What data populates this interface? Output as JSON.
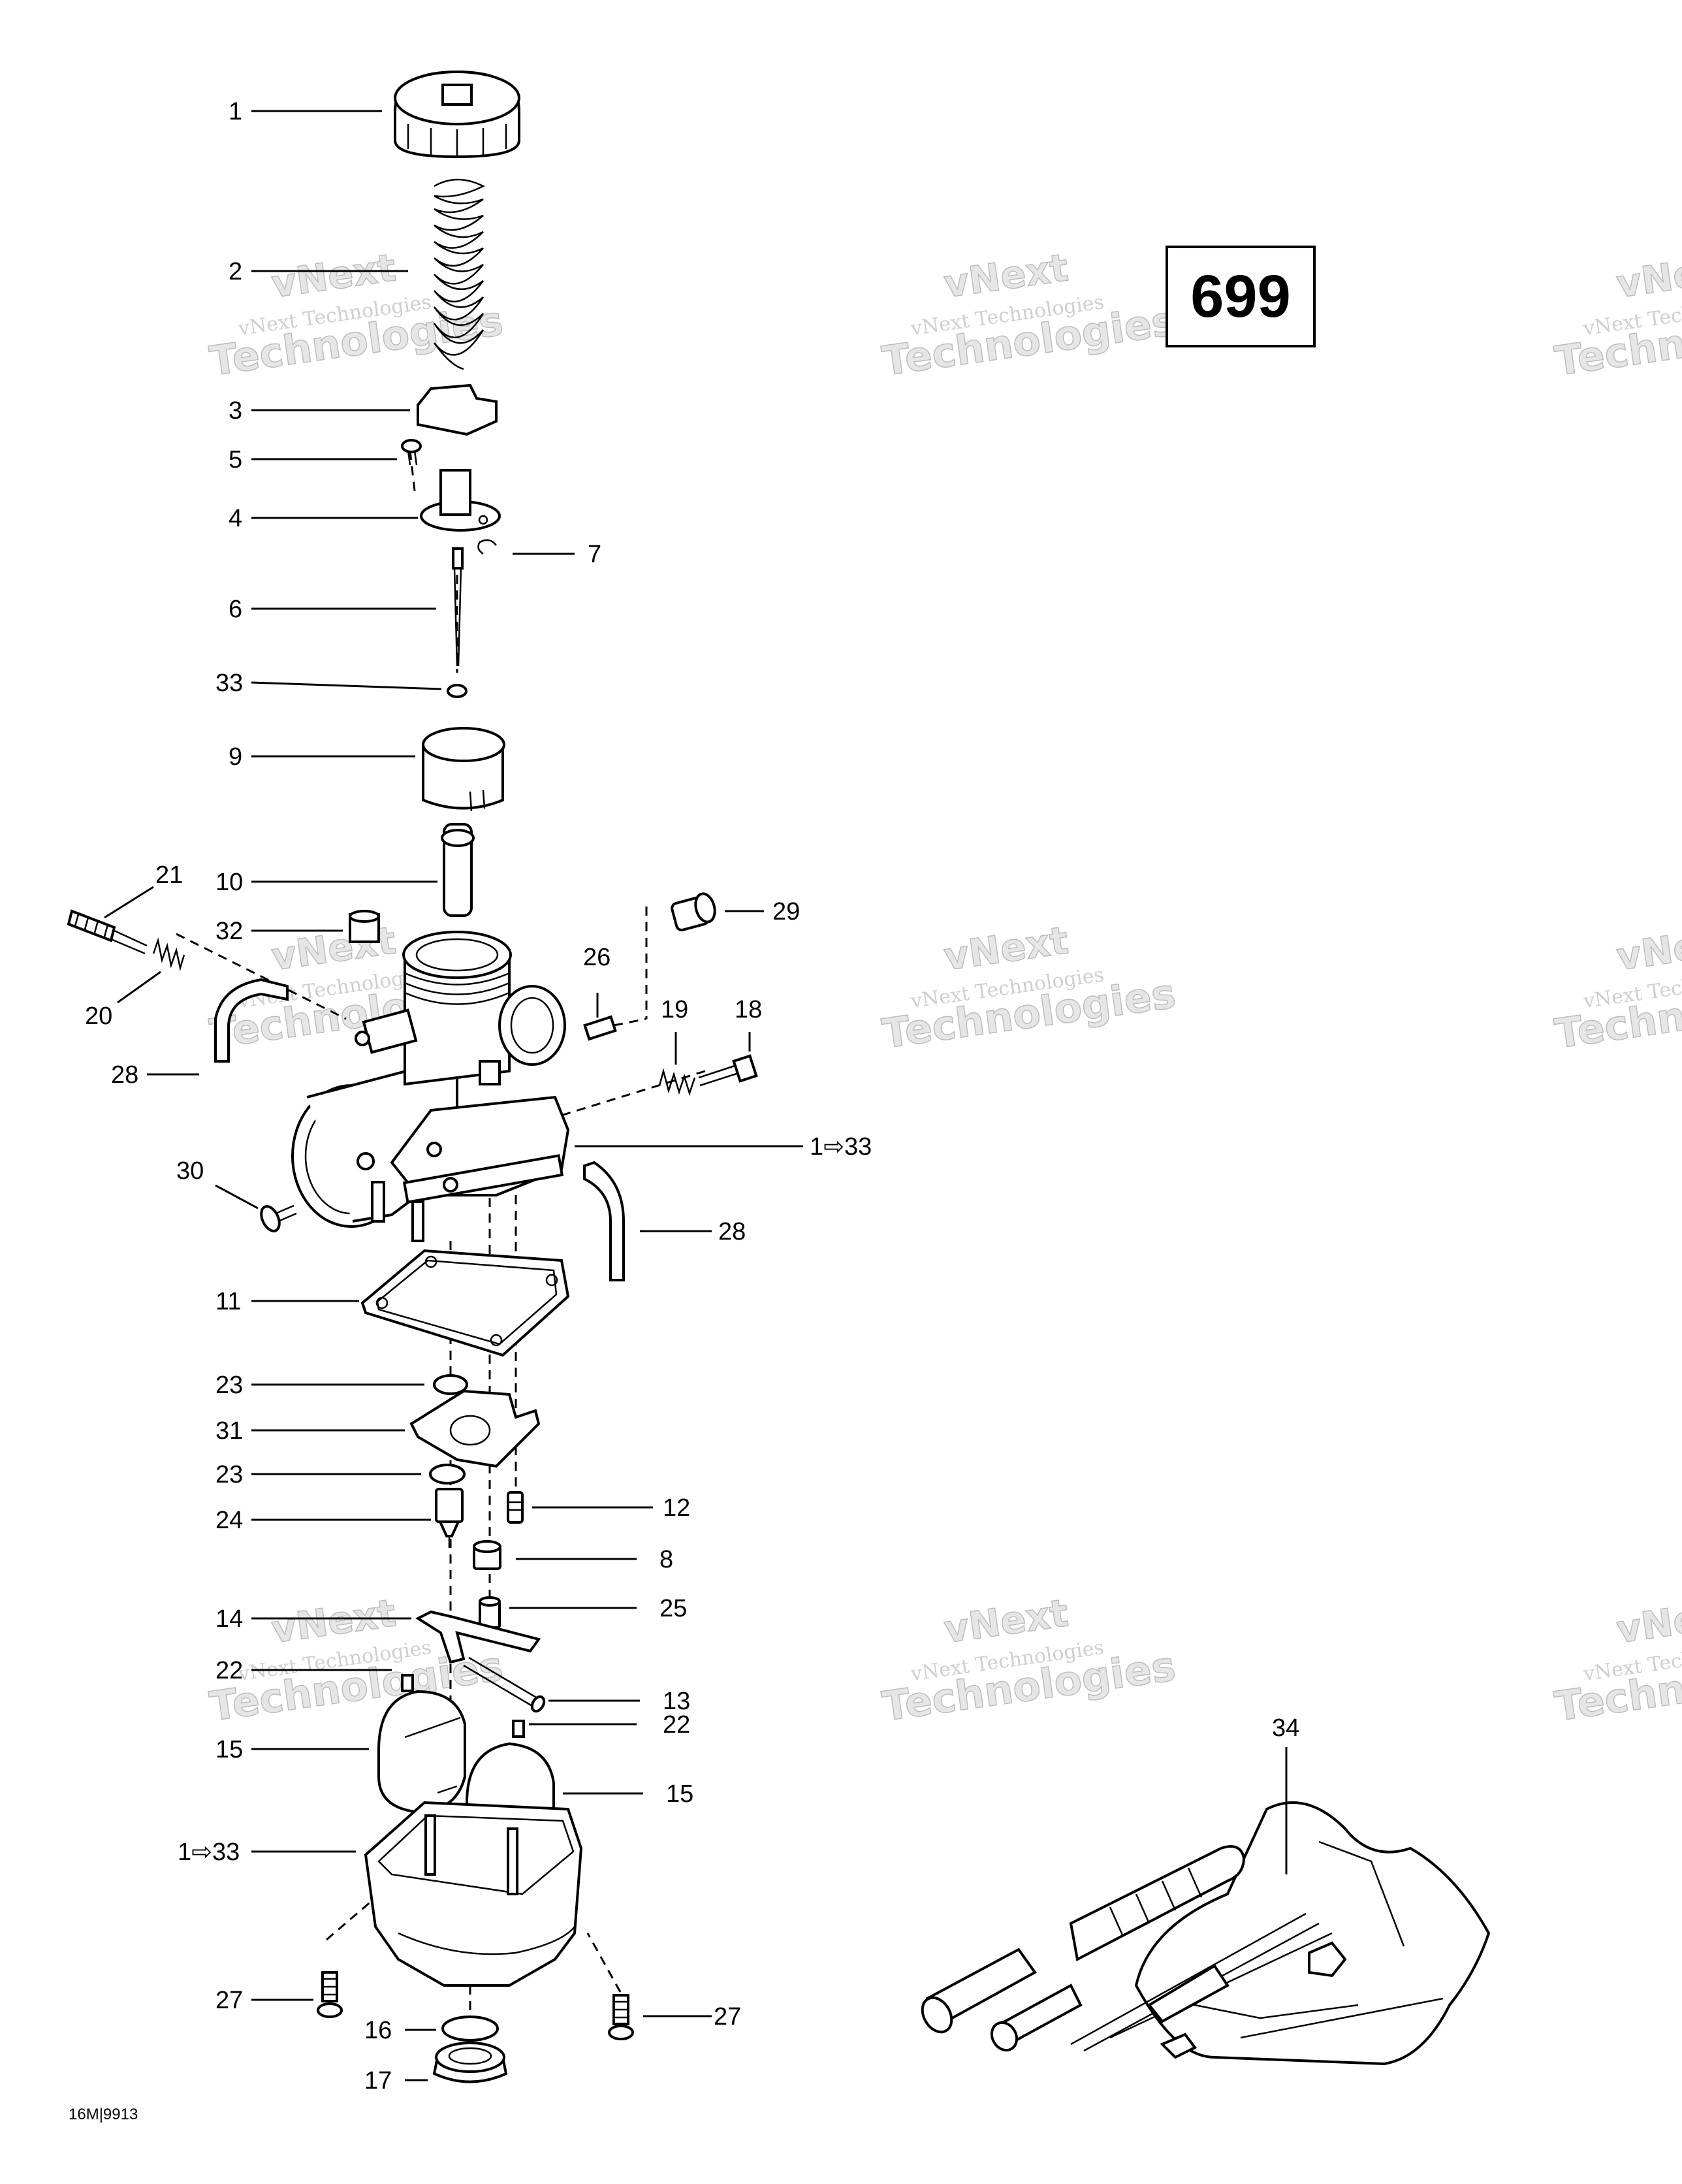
{
  "diagram_code": "699",
  "figure_ref": "16M|9913",
  "watermark": {
    "line1": "vNext",
    "line2": "vNext Technologies",
    "line3": "Technologies"
  },
  "callouts": {
    "c1": "1",
    "c2": "2",
    "c3": "3",
    "c4": "4",
    "c5": "5",
    "c6": "6",
    "c7": "7",
    "c33a": "33",
    "c9": "9",
    "c10": "10",
    "c21": "21",
    "c32": "32",
    "c29": "29",
    "c26": "26",
    "c19": "19",
    "c18": "18",
    "c20": "20",
    "c28a": "28",
    "c1to33a": "1⇨33",
    "c30": "30",
    "c28b": "28",
    "c11": "11",
    "c23a": "23",
    "c31": "31",
    "c23b": "23",
    "c12": "12",
    "c24": "24",
    "c8": "8",
    "c14": "14",
    "c25": "25",
    "c22a": "22",
    "c13": "13",
    "c22b": "22",
    "c15a": "15",
    "c15b": "15",
    "c1to33b": "1⇨33",
    "c27a": "27",
    "c27b": "27",
    "c16": "16",
    "c17": "17",
    "c34": "34"
  }
}
